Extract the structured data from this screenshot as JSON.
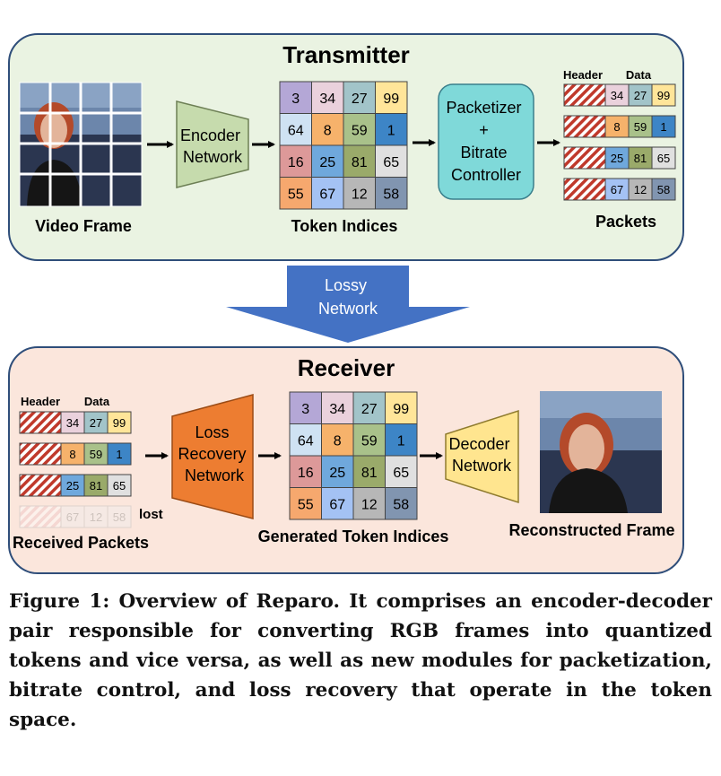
{
  "transmitter": {
    "title": "Transmitter",
    "video_frame_label": "Video Frame",
    "encoder_label": [
      "Encoder",
      "Network"
    ],
    "token_indices_label": "Token Indices",
    "packetizer_label": [
      "Packetizer",
      "+",
      "Bitrate",
      "Controller"
    ],
    "header_label": "Header",
    "data_label": "Data",
    "packets_label": "Packets"
  },
  "channel": {
    "label": [
      "Lossy",
      "Network"
    ]
  },
  "receiver": {
    "title": "Receiver",
    "header_label": "Header",
    "data_label": "Data",
    "lost_label": "lost",
    "received_packets_label": "Received Packets",
    "loss_recovery_label": [
      "Loss",
      "Recovery",
      "Network"
    ],
    "generated_label": "Generated Token Indices",
    "decoder_label": [
      "Decoder",
      "Network"
    ],
    "reconstructed_label": "Reconstructed Frame"
  },
  "tokens": [
    [
      3,
      34,
      27,
      99
    ],
    [
      64,
      8,
      59,
      1
    ],
    [
      16,
      25,
      81,
      65
    ],
    [
      55,
      67,
      12,
      58
    ]
  ],
  "colors": {
    "3": "#b4a7d6",
    "34": "#ead1dc",
    "27": "#a2c4c9",
    "99": "#ffe599",
    "64": "#cfe2f3",
    "8": "#f6b26b",
    "59": "#a9c18a",
    "1": "#3d85c6",
    "16": "#dd9999",
    "25": "#6fa8dc",
    "81": "#9aaa6a",
    "65": "#e0e0e0",
    "55": "#f6a86e",
    "67": "#a4c2f4",
    "12": "#b7b7b7",
    "58": "#8195b0",
    "transmitter_bg": "#eaf3e2",
    "receiver_bg": "#fbe6dc",
    "encoder": "#c6dbad",
    "packetizer": "#7fd9d9",
    "loss_recovery": "#ed7d31",
    "decoder": "#ffe58f",
    "arrow_blue": "#4472c4"
  },
  "caption": "Figure 1: Overview of Reparo. It comprises an encoder-decoder pair responsible for converting RGB frames into quantized tokens and vice versa, as well as new modules for packetization, bitrate control, and loss recovery that operate in the token space."
}
